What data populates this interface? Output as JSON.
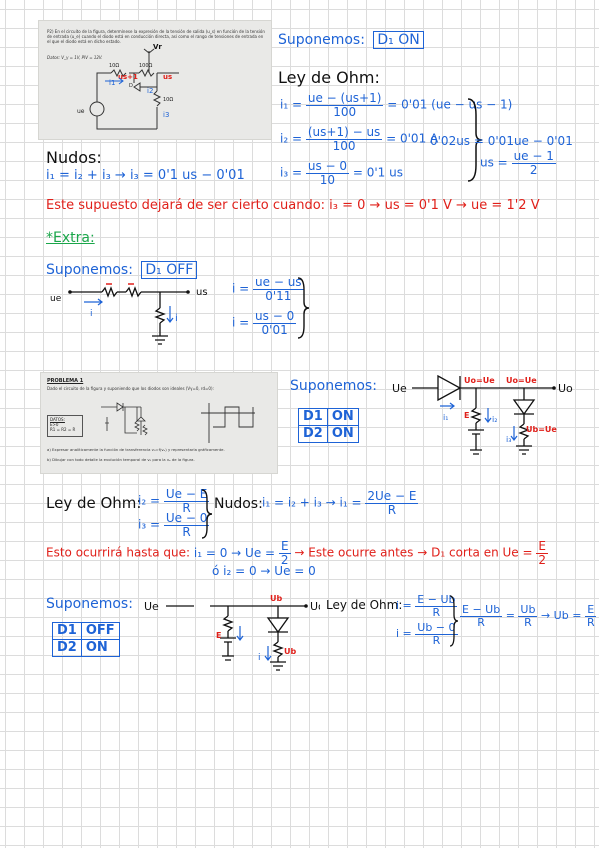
{
  "sec1": {
    "problem_text": "P2) En el circuito de la figura, determínese la expresión de la tensión de salida (u_s) en función de la tensión de entrada (u_e) cuando el diodo está en conducción directa, así como el rango de tensiones de entrada en el que el diodo está en dicho estado.",
    "problem_data": "Datos: V_γ = 1V, PIV = 12V.",
    "fig_r1": "10Ω",
    "fig_r2": "100Ω",
    "fig_r3": "10Ω",
    "fig_vr": "Vr",
    "fig_us1": "us+1",
    "fig_us": "us",
    "fig_ue": "ue",
    "fig_i1": "i1",
    "fig_i2": "i2",
    "fig_i3": "i3",
    "fig_d": "D",
    "suponemos": "Suponemos:",
    "state": "D₁ ON",
    "ley_ohm": "Ley de Ohm:",
    "eq1_lhs": "i₁ =",
    "eq1_num": "ue − (us+1)",
    "eq1_den": "100",
    "eq1_rhs": "= 0'01 (ue − us − 1)",
    "eq2_lhs": "i₂ =",
    "eq2_num": "(us+1) − us",
    "eq2_den": "100",
    "eq2_rhs": "= 0'01 A",
    "eq3_lhs": "i₃ =",
    "eq3_num": "us − 0",
    "eq3_den": "10",
    "eq3_rhs": "= 0'1 us",
    "eq4": "0'02us = 0'01ue − 0'01",
    "eq5_lhs": "us =",
    "eq5_num": "ue − 1",
    "eq5_den": "2",
    "nudos": "Nudos:",
    "nudos_eq": "i₁ = i₂ + i₃ → i₃ = 0'1 us − 0'01",
    "conclusion": "Este supuesto dejará de ser cierto cuando: i₃ = 0 → us = 0'1 V → ue = 1'2 V"
  },
  "sec2": {
    "extra": "*Extra:",
    "suponemos": "Suponemos:",
    "state": "D₁ OFF",
    "ue": "ue",
    "us": "us",
    "i": "i",
    "i_down": "i",
    "eq1_lhs": "i =",
    "eq1_num": "ue − us",
    "eq1_den": "0'11",
    "eq2_lhs": "i =",
    "eq2_num": "us − 0",
    "eq2_den": "0'01"
  },
  "sec3": {
    "problem_title": "PROBLEMA 1",
    "problem_text": "Dado el circuito de la figura y suponiendo que los diodos son ideales (Vγ=0, rd=0):",
    "datos_label": "DATOS:",
    "datos_1": "E>0",
    "datos_2": "R1 = R2 = R",
    "question_a": "a) Expresar analíticamente la función de transferencia v₀=f(vₑ) y representarla gráficamente.",
    "question_b": "b) Dibujar con todo detalle la evolución temporal de v₀ para la vₑ de la figura.",
    "suponemos": "Suponemos:",
    "states": [
      [
        "D1",
        "ON"
      ],
      [
        "D2",
        "ON"
      ]
    ],
    "ue": "Ue",
    "uo": "Uo",
    "lbl_uo_ue": "Uo=Ue",
    "lbl_uo_ue2": "Uo=Ue",
    "lbl_ub_ue": "Ub=Ue",
    "lbl_i1": "i₁",
    "lbl_i2": "i₂",
    "lbl_i3": "i₃",
    "lbl_E": "E",
    "ley_ohm": "Ley de Ohm:",
    "eq1_lhs": "i₂ =",
    "eq1_num": "Ue − E",
    "eq1_den": "R",
    "eq2_lhs": "i₃ =",
    "eq2_num": "Ue − 0",
    "eq2_den": "R",
    "nudos": "Nudos:",
    "nudos_eq": "i₁ = i₂ + i₃ → i₁ =",
    "nudos_num": "2Ue − E",
    "nudos_den": "R",
    "cond_prefix": "Esto ocurrirá hasta que:",
    "cond_1a": "i₁ = 0 → Ue =",
    "cond_1_num": "E",
    "cond_1_den": "2",
    "cond_1b": "→ Este ocurre antes → D₁ corta en Ue =",
    "cond_1c_num": "E",
    "cond_1c_den": "2",
    "cond_2": "ó i₂ = 0 → Ue = 0"
  },
  "sec4": {
    "suponemos": "Suponemos:",
    "states": [
      [
        "D1",
        "OFF"
      ],
      [
        "D2",
        "ON"
      ]
    ],
    "ue": "Ue",
    "uo": "Uo",
    "ub": "Ub",
    "lbl_E": "E",
    "lbl_i": "i",
    "ley_ohm": "Ley de Ohm:",
    "eq1_lhs": "i =",
    "eq1_num": "E − Ub",
    "eq1_den": "R",
    "eq2_lhs": "i =",
    "eq2_num": "Ub − 0",
    "eq2_den": "R",
    "res_num1": "E − Ub",
    "res_den1": "R",
    "res_num2": "Ub",
    "res_den2": "R",
    "res_eq": "→ Ub =",
    "res_num3": "E",
    "res_den3": "R"
  }
}
